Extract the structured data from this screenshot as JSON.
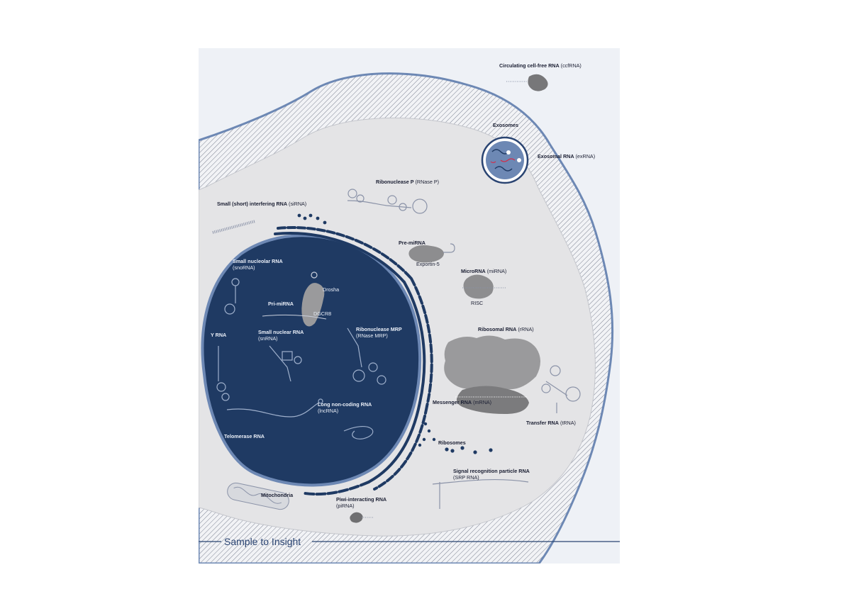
{
  "labels": {
    "ccfrna": {
      "name": "Circulating cell-free RNA",
      "abbr": "(ccfRNA)"
    },
    "exosomes": {
      "name": "Exosomes"
    },
    "exrna": {
      "name": "Exosomal RNA",
      "abbr": "(exRNA)"
    },
    "rnasep": {
      "name": "Ribonuclease P",
      "abbr": "(RNase P)"
    },
    "sirna": {
      "name": "Small (short) interfering RNA",
      "abbr": "(siRNA)"
    },
    "premirna": {
      "name": "Pre-miRNA"
    },
    "exportin": {
      "text": "Exportin-5"
    },
    "mirna": {
      "name": "MicroRNA",
      "abbr": "(miRNA)"
    },
    "risc": {
      "text": "RISC"
    },
    "snorna": {
      "name": "Small nucleolar RNA",
      "abbr": "(snoRNA)"
    },
    "drosha": {
      "text": "Drosha"
    },
    "primirna": {
      "name": "Pri-miRNA"
    },
    "dgcr8": {
      "text": "DGCR8"
    },
    "yrna": {
      "name": "Y RNA"
    },
    "snrna": {
      "name": "Small nuclear RNA",
      "abbr": "(snRNA)"
    },
    "rnasemrp": {
      "name": "Ribonuclease MRP",
      "abbr": "(RNase MRP)"
    },
    "rrna": {
      "name": "Ribosomal RNA",
      "abbr": "(rRNA)"
    },
    "lncrna": {
      "name": "Long non-coding RNA",
      "abbr": "(lncRNA)"
    },
    "telomerase": {
      "name": "Telomerase RNA"
    },
    "mrna": {
      "name": "Messenger RNA",
      "abbr": "(mRNA)"
    },
    "trna": {
      "name": "Transfer RNA",
      "abbr": "(tRNA)"
    },
    "ribosomes": {
      "name": "Ribosomes"
    },
    "srprna": {
      "name": "Signal recognition particle RNA",
      "abbr": "(SRP RNA)"
    },
    "mito": {
      "name": "Mitochondria"
    },
    "pirna": {
      "name": "Piwi-interacting RNA",
      "abbr": "(piRNA)"
    }
  },
  "footer": {
    "brand": "Sample to Insight"
  },
  "colors": {
    "nucleus": "#1f3a63",
    "membrane": "#6d88b4",
    "cytoplasm": "#e4e4e6",
    "background": "#eef1f6",
    "hatch": "#7d8392",
    "protein": "#9a9a9c",
    "strand": "#5a6c8c"
  }
}
